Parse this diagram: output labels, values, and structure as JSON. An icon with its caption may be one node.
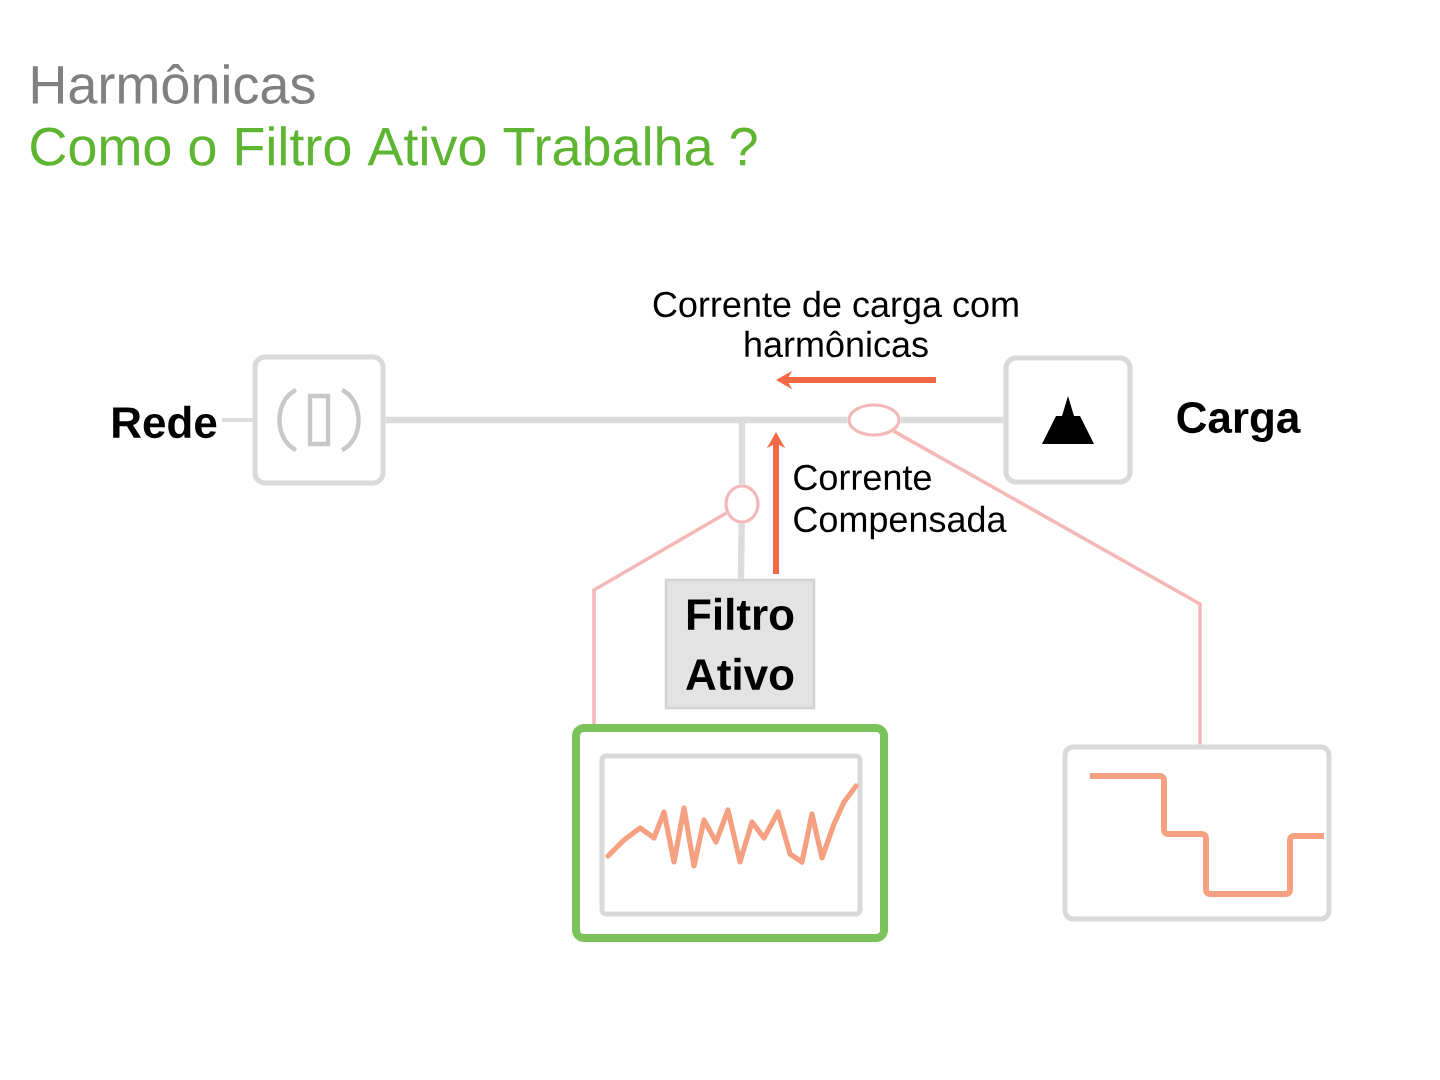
{
  "diagram": {
    "title": "Harmônicas",
    "nodes": [
      {
        "text": [],
        "shape": "box",
        "beside": [
          "Rede"
        ]
      },
      {
        "text": [],
        "shape": "box",
        "beside": [
          "Carga"
        ]
      },
      {
        "text": [],
        "shape": "circle"
      },
      {
        "text": [],
        "shape": "circle"
      },
      {
        "text": [
          "Filtro Ativo"
        ]
      },
      {
        "text": [],
        "shape": "picture"
      },
      {
        "text": [],
        "shape": "picture"
      }
    ],
    "edges": [
      {
        "from": 0,
        "to": 2,
        "arrow": "none"
      },
      {
        "from": 2,
        "to": 1,
        "arrow": "none"
      },
      {
        "from": 4,
        "to": 3,
        "arrow": "none"
      },
      {
        "from": 3,
        "to": null,
        "arrow": "none"
      },
      {
        "from": 3,
        "to": 5,
        "arrow": "none",
        "color": "#f5b8b8"
      },
      {
        "from": 2,
        "to": 6,
        "arrow": "none",
        "color": "#f5b8b8"
      }
    ],
    "labels": [
      "Como o Filtro Ativo Trabalha ?",
      "Corrente de carga com harmônicas",
      "Corrente Compensada"
    ]
  }
}
